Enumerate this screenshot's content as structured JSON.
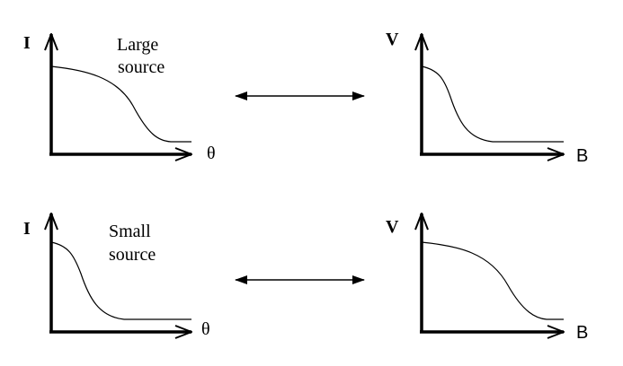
{
  "panels": {
    "top_left": {
      "y_label": "I",
      "x_label": "θ",
      "caption_line1": "Large",
      "caption_line2": "source"
    },
    "top_right": {
      "y_label": "V",
      "x_label": "B"
    },
    "bottom_left": {
      "y_label": "I",
      "x_label": "θ",
      "caption_line1": "Small",
      "caption_line2": "source"
    },
    "bottom_right": {
      "y_label": "V",
      "x_label": "B"
    }
  },
  "colors": {
    "ink": "#000000",
    "background": "#ffffff"
  }
}
